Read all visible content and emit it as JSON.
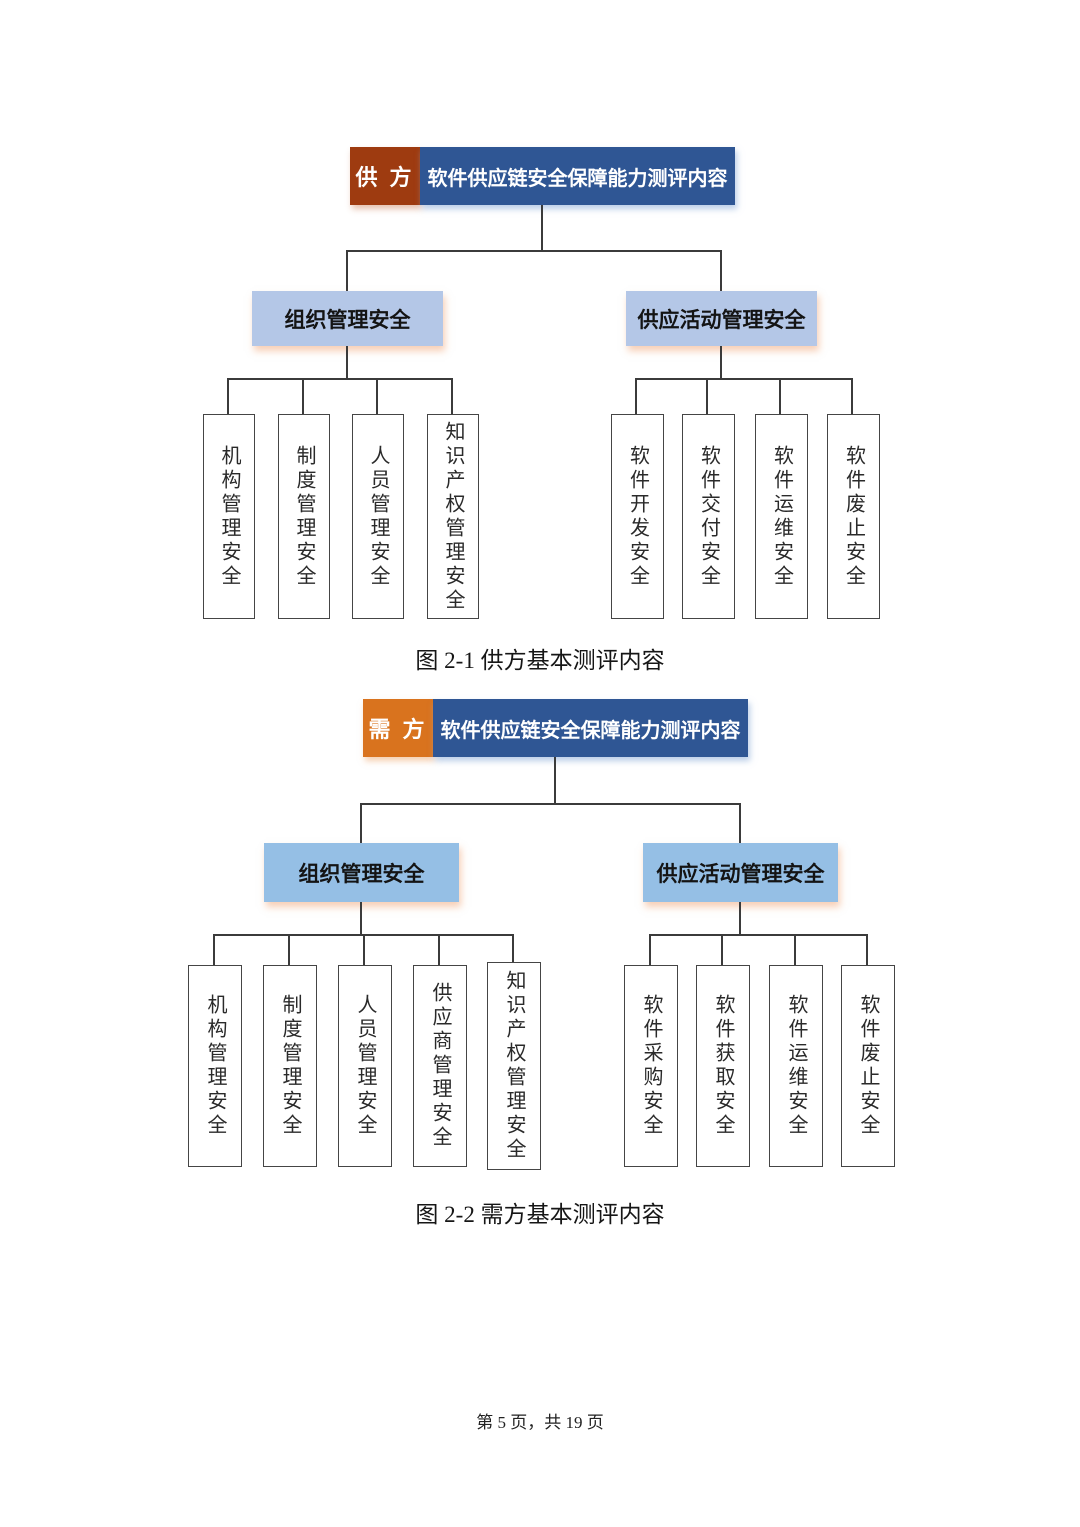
{
  "figure1": {
    "badge": "供 方",
    "title": "软件供应链安全保障能力测评内容",
    "branches": [
      {
        "label": "组织管理安全",
        "leaves": [
          "机构管理安全",
          "制度管理安全",
          "人员管理安全",
          "知识产权管理安全"
        ]
      },
      {
        "label": "供应活动管理安全",
        "leaves": [
          "软件开发安全",
          "软件交付安全",
          "软件运维安全",
          "软件废止安全"
        ]
      }
    ],
    "caption": "图 2-1 供方基本测评内容"
  },
  "figure2": {
    "badge": "需 方",
    "title": "软件供应链安全保障能力测评内容",
    "branches": [
      {
        "label": "组织管理安全",
        "leaves": [
          "机构管理安全",
          "制度管理安全",
          "人员管理安全",
          "供应商管理安全",
          "知识产权管理安全"
        ]
      },
      {
        "label": "供应活动管理安全",
        "leaves": [
          "软件采购安全",
          "软件获取安全",
          "软件运维安全",
          "软件废止安全"
        ]
      }
    ],
    "caption": "图 2-2 需方基本测评内容"
  },
  "footer": {
    "text": "第 5 页，共 19 页"
  },
  "colors": {
    "supplier_badge": "#9e3b10",
    "demander_badge": "#d9731e",
    "header_blue": "#2f5694",
    "branch_blue_fig1": "#b4c7e7",
    "branch_blue_fig2": "#95bfe5",
    "connector_line": "#3b3b3b",
    "leaf_border": "#454545",
    "page_background": "#ffffff"
  }
}
